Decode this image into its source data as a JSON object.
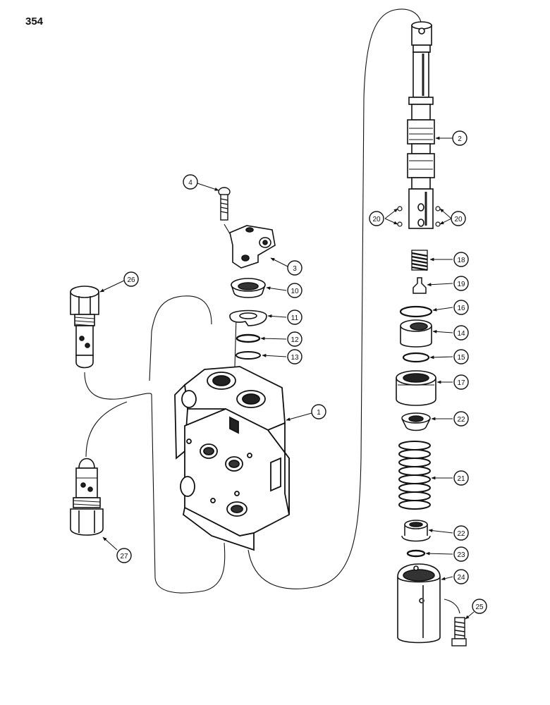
{
  "page": {
    "number": "354"
  },
  "colors": {
    "ink": "#111111",
    "background": "#ffffff"
  },
  "callouts": [
    {
      "id": "c1",
      "label": "1"
    },
    {
      "id": "c2",
      "label": "2"
    },
    {
      "id": "c3",
      "label": "3"
    },
    {
      "id": "c4",
      "label": "4"
    },
    {
      "id": "c10",
      "label": "10"
    },
    {
      "id": "c11",
      "label": "11"
    },
    {
      "id": "c12",
      "label": "12"
    },
    {
      "id": "c13",
      "label": "13"
    },
    {
      "id": "c14",
      "label": "14"
    },
    {
      "id": "c15",
      "label": "15"
    },
    {
      "id": "c16",
      "label": "16"
    },
    {
      "id": "c17",
      "label": "17"
    },
    {
      "id": "c18",
      "label": "18"
    },
    {
      "id": "c19",
      "label": "19"
    },
    {
      "id": "c20a",
      "label": "20"
    },
    {
      "id": "c20b",
      "label": "20"
    },
    {
      "id": "c21",
      "label": "21"
    },
    {
      "id": "c22a",
      "label": "22"
    },
    {
      "id": "c22b",
      "label": "22"
    },
    {
      "id": "c23",
      "label": "23"
    },
    {
      "id": "c24",
      "label": "24"
    },
    {
      "id": "c25",
      "label": "25"
    },
    {
      "id": "c26",
      "label": "26"
    },
    {
      "id": "c27",
      "label": "27"
    }
  ]
}
